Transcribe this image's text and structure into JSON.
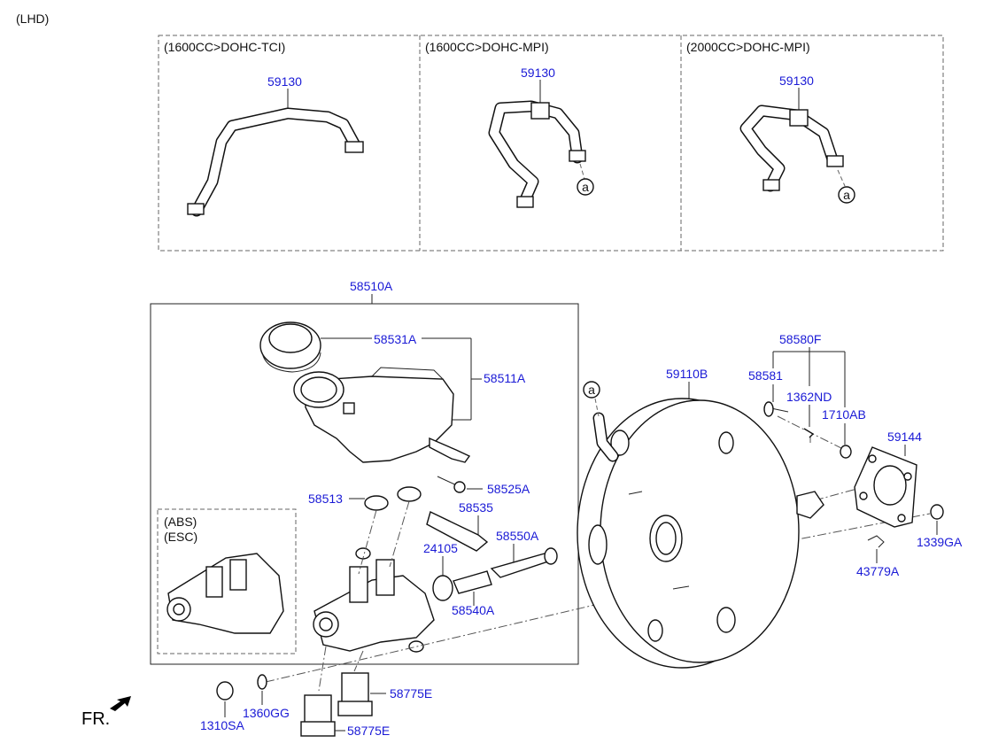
{
  "header": {
    "drive_side": "(LHD)"
  },
  "variants": [
    {
      "title": "(1600CC>DOHC-TCI)",
      "part": "59130"
    },
    {
      "title": "(1600CC>DOHC-MPI)",
      "part": "59130",
      "ref": "a"
    },
    {
      "title": "(2000CC>DOHC-MPI)",
      "part": "59130",
      "ref": "a"
    }
  ],
  "abs_box": {
    "line1": "(ABS)",
    "line2": "(ESC)"
  },
  "booster_ref": "a",
  "parts": {
    "p58510A": "58510A",
    "p58531A": "58531A",
    "p58511A": "58511A",
    "p58513": "58513",
    "p58535": "58535",
    "p58525A": "58525A",
    "p24105": "24105",
    "p58550A": "58550A",
    "p58540A": "58540A",
    "p59110B": "59110B",
    "p58580F": "58580F",
    "p58581": "58581",
    "p1362ND": "1362ND",
    "p1710AB": "1710AB",
    "p59144": "59144",
    "p1339GA": "1339GA",
    "p43779A": "43779A",
    "p1310SA": "1310SA",
    "p1360GG": "1360GG",
    "p58775E_a": "58775E",
    "p58775E_b": "58775E"
  },
  "direction": {
    "label": "FR."
  },
  "colors": {
    "part_label": "#1a1ad6",
    "text": "#111111",
    "line": "#222222"
  }
}
